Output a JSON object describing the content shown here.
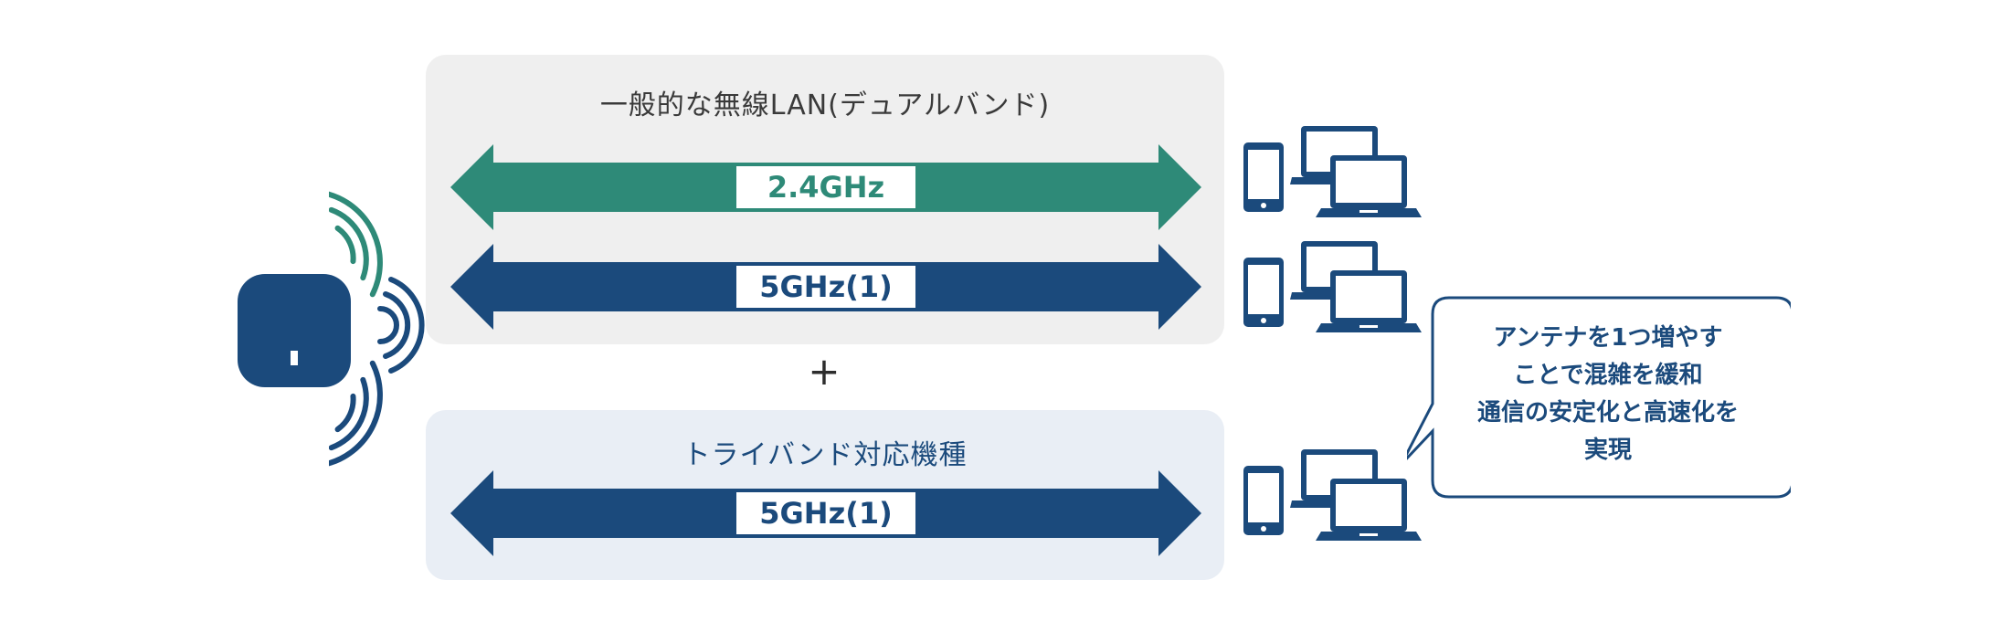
{
  "colors": {
    "green": "#2e8a78",
    "blue": "#1b4a7c",
    "panel_top": "#efefef",
    "panel_bottom": "#e9eef5"
  },
  "top_panel": {
    "title": "一般的な無線LAN(デュアルバンド)"
  },
  "bottom_panel": {
    "title": "トライバンド対応機種"
  },
  "bands": {
    "band1": "2.4GHz",
    "band2": "5GHz(1)",
    "band3": "5GHz(1)"
  },
  "plus": "+",
  "bubble": {
    "line1": "アンテナを1つ増やす",
    "line2": "ことで混雑を緩和",
    "line3": "通信の安定化と高速化を",
    "line4": "実現"
  },
  "icons": [
    "router-icon",
    "wifi-waves-icon",
    "smartphone-icon",
    "laptop-icon"
  ]
}
